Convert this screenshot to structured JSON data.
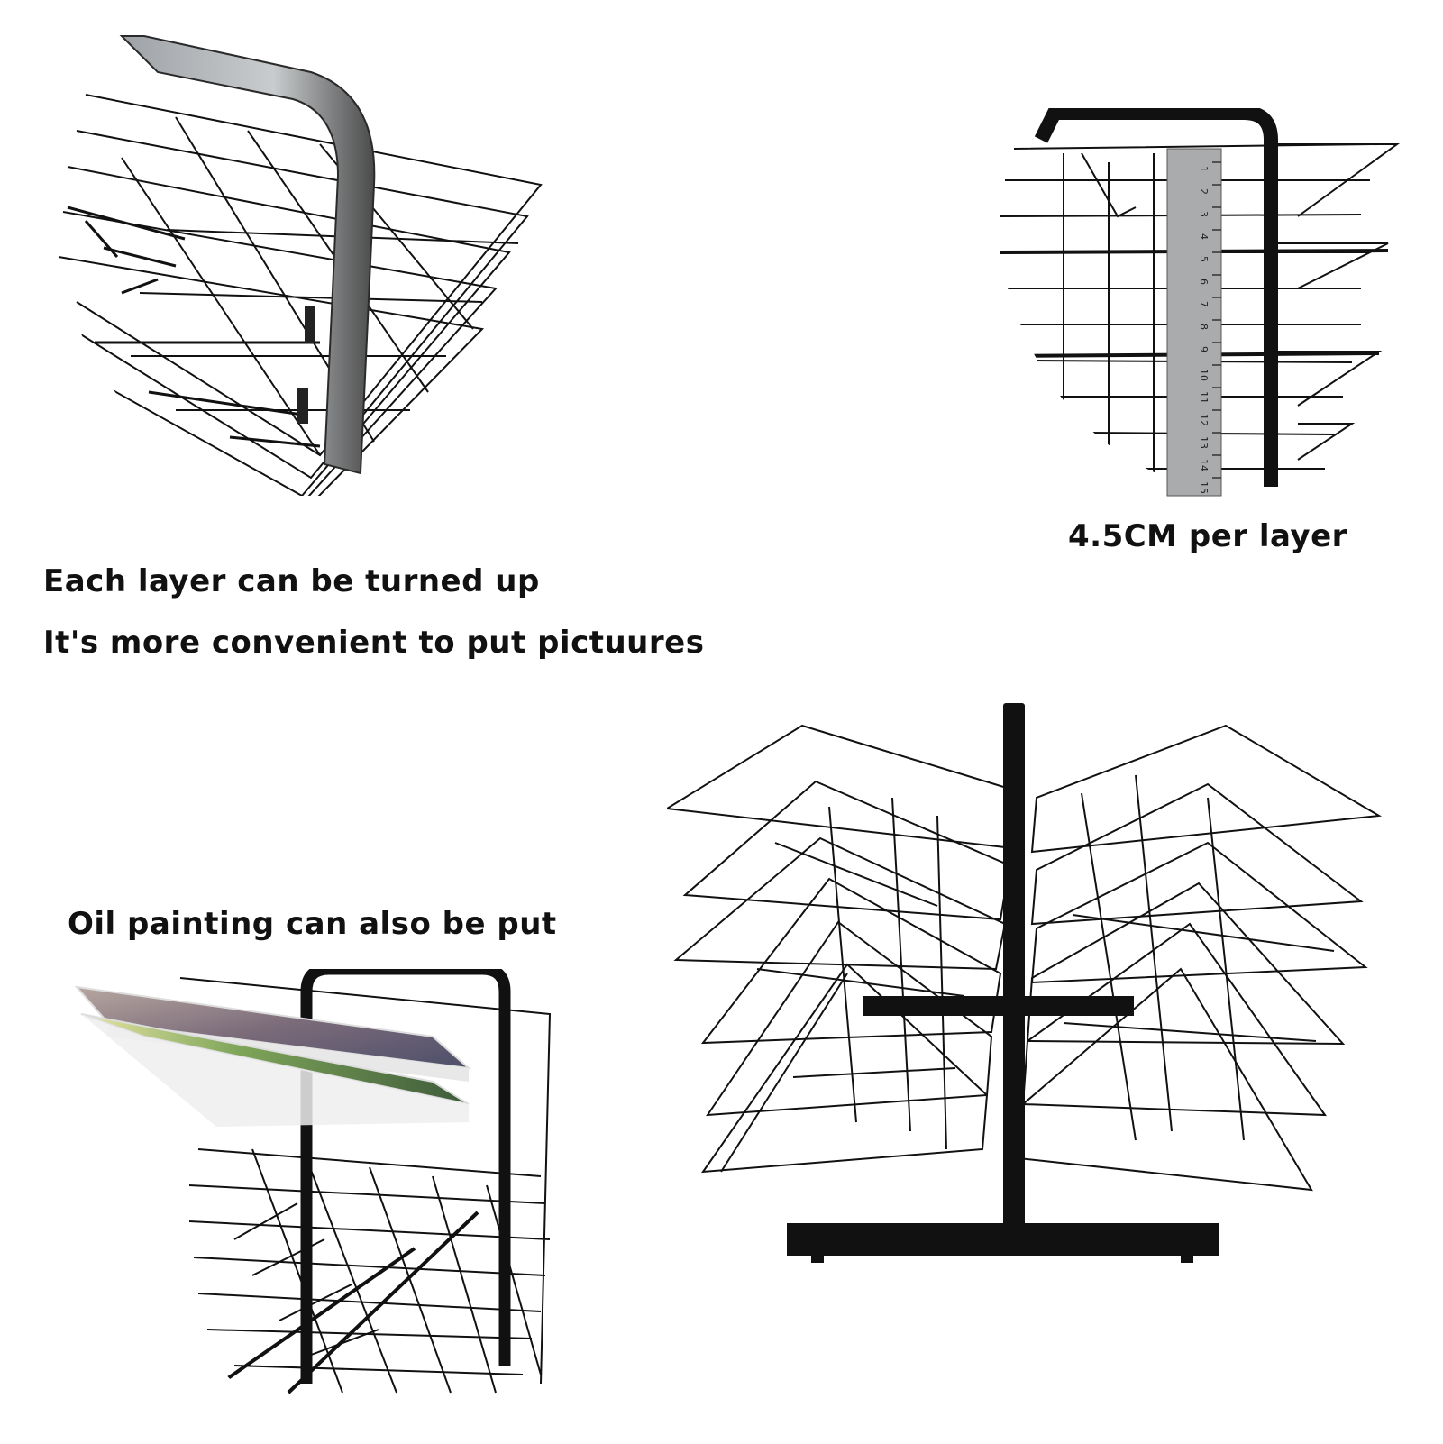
{
  "captions": {
    "turn_up_line1": "Each layer can be turned up",
    "turn_up_line2": "It's more convenient to put pictuures",
    "layer_spacing": "4.5CM per layer",
    "oil_painting": "Oil painting can also be put"
  },
  "ruler": {
    "tick_numbers": [
      "1",
      "2",
      "3",
      "4",
      "5",
      "6",
      "7",
      "8",
      "9",
      "10",
      "11",
      "12",
      "13",
      "14",
      "15"
    ]
  },
  "colors": {
    "wire": "#111111",
    "metal": "#8a8d90",
    "background": "#ffffff"
  }
}
